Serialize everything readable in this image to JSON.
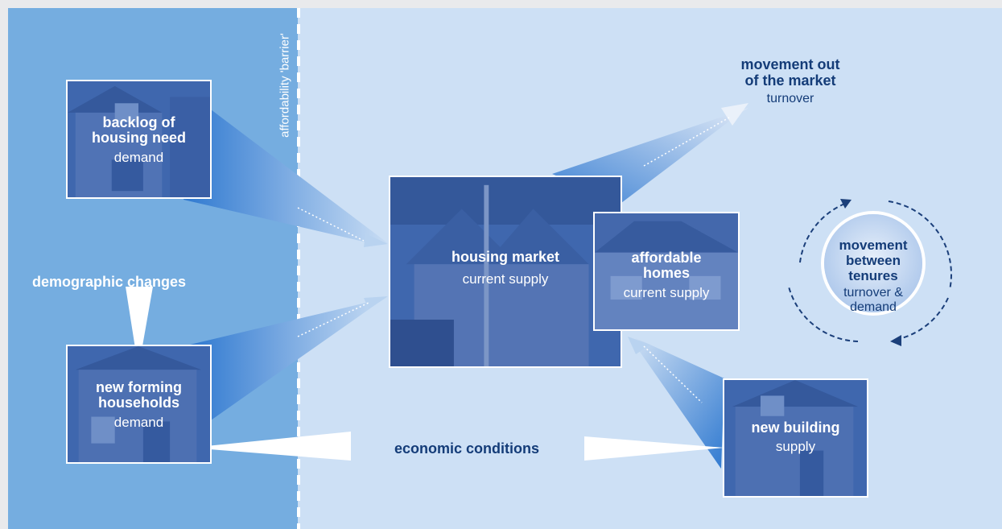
{
  "barrier_label": "affordability 'barrier'",
  "boxes": {
    "backlog": {
      "title": "backlog of\nhousing need",
      "sub": "demand"
    },
    "new_households": {
      "title": "new forming\nhouseholds",
      "sub": "demand"
    },
    "housing_market": {
      "title": "housing market",
      "sub": "current supply"
    },
    "affordable": {
      "title": "affordable\nhomes",
      "sub": "current supply"
    },
    "new_building": {
      "title": "new building",
      "sub": "supply"
    }
  },
  "labels": {
    "movement_out": "movement out\nof the market",
    "turnover": "turnover",
    "demographic": "demographic changes",
    "economic": "economic conditions",
    "between_title": "movement\nbetween\ntenures",
    "between_sub": "turnover &\ndemand"
  },
  "colors": {
    "left_panel": "#75ade0",
    "right_panel": "#cde0f5",
    "dark_text": "#143c78",
    "photo_tint": "#3f67ae"
  }
}
